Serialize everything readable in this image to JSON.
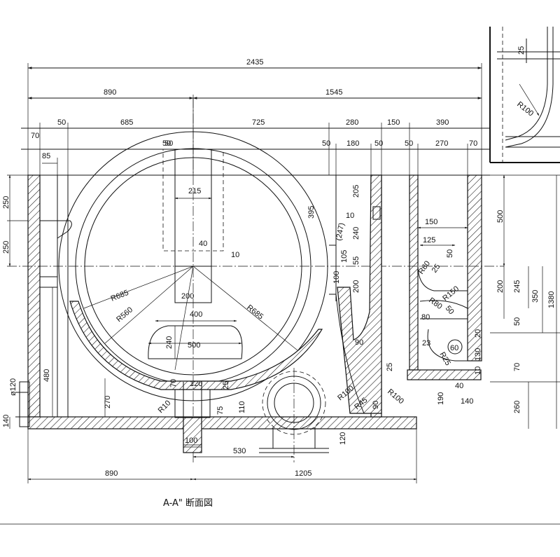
{
  "caption": "A-A\" 断面図",
  "top_dims": {
    "total": "2435",
    "left_span": "890",
    "right_span": "1545",
    "row3": [
      "70",
      "50",
      "685",
      "725",
      "280",
      "150",
      "390"
    ],
    "row4": [
      "85",
      "50",
      "50",
      "180",
      "50",
      "50",
      "270",
      "70"
    ]
  },
  "bottom_dims": {
    "left": "890",
    "right": "1205",
    "mid": "530",
    "small": "100"
  },
  "left_dims": [
    "250",
    "250",
    "140",
    "ø120",
    "480",
    "270"
  ],
  "right_dims": [
    "500",
    "200",
    "245",
    "350",
    "1380",
    "50",
    "70",
    "260",
    "130",
    "20",
    "10"
  ],
  "inner_labels": {
    "basin_width": "215",
    "basin_top": "50",
    "small_40": "40",
    "small_10": "10",
    "box_200": "200",
    "r685_a": "R685",
    "r560": "R560",
    "r685_b": "R685",
    "w400": "400",
    "w500": "500",
    "h240": "240",
    "r120": "120",
    "h25": "25",
    "h70": "70",
    "r10": "R10",
    "h75": "75",
    "h110": "110",
    "h395": "395",
    "h205": "205",
    "h240b": "240",
    "h105": "105",
    "h100": "100",
    "h55": "55",
    "h200b": "200",
    "h10b": "10",
    "h90": "90",
    "h25b": "25",
    "r100a": "R100",
    "r45": "R45",
    "r100b": "R100",
    "h90b": "90",
    "w150": "150",
    "w125": "125",
    "r80a": "R80",
    "h25c": "25",
    "r150": "R150",
    "r80b": "R80",
    "h50a": "50",
    "h50b": "50",
    "w80": "80",
    "h23": "23",
    "w60": "60",
    "r25": "R25",
    "h40": "40",
    "h190": "190",
    "w140": "140",
    "h120": "120",
    "h50c": "50",
    "h70b": "70",
    "h10c": "10",
    "h247": "(247)"
  },
  "inset": {
    "dim": "25",
    "radius": "R100"
  }
}
